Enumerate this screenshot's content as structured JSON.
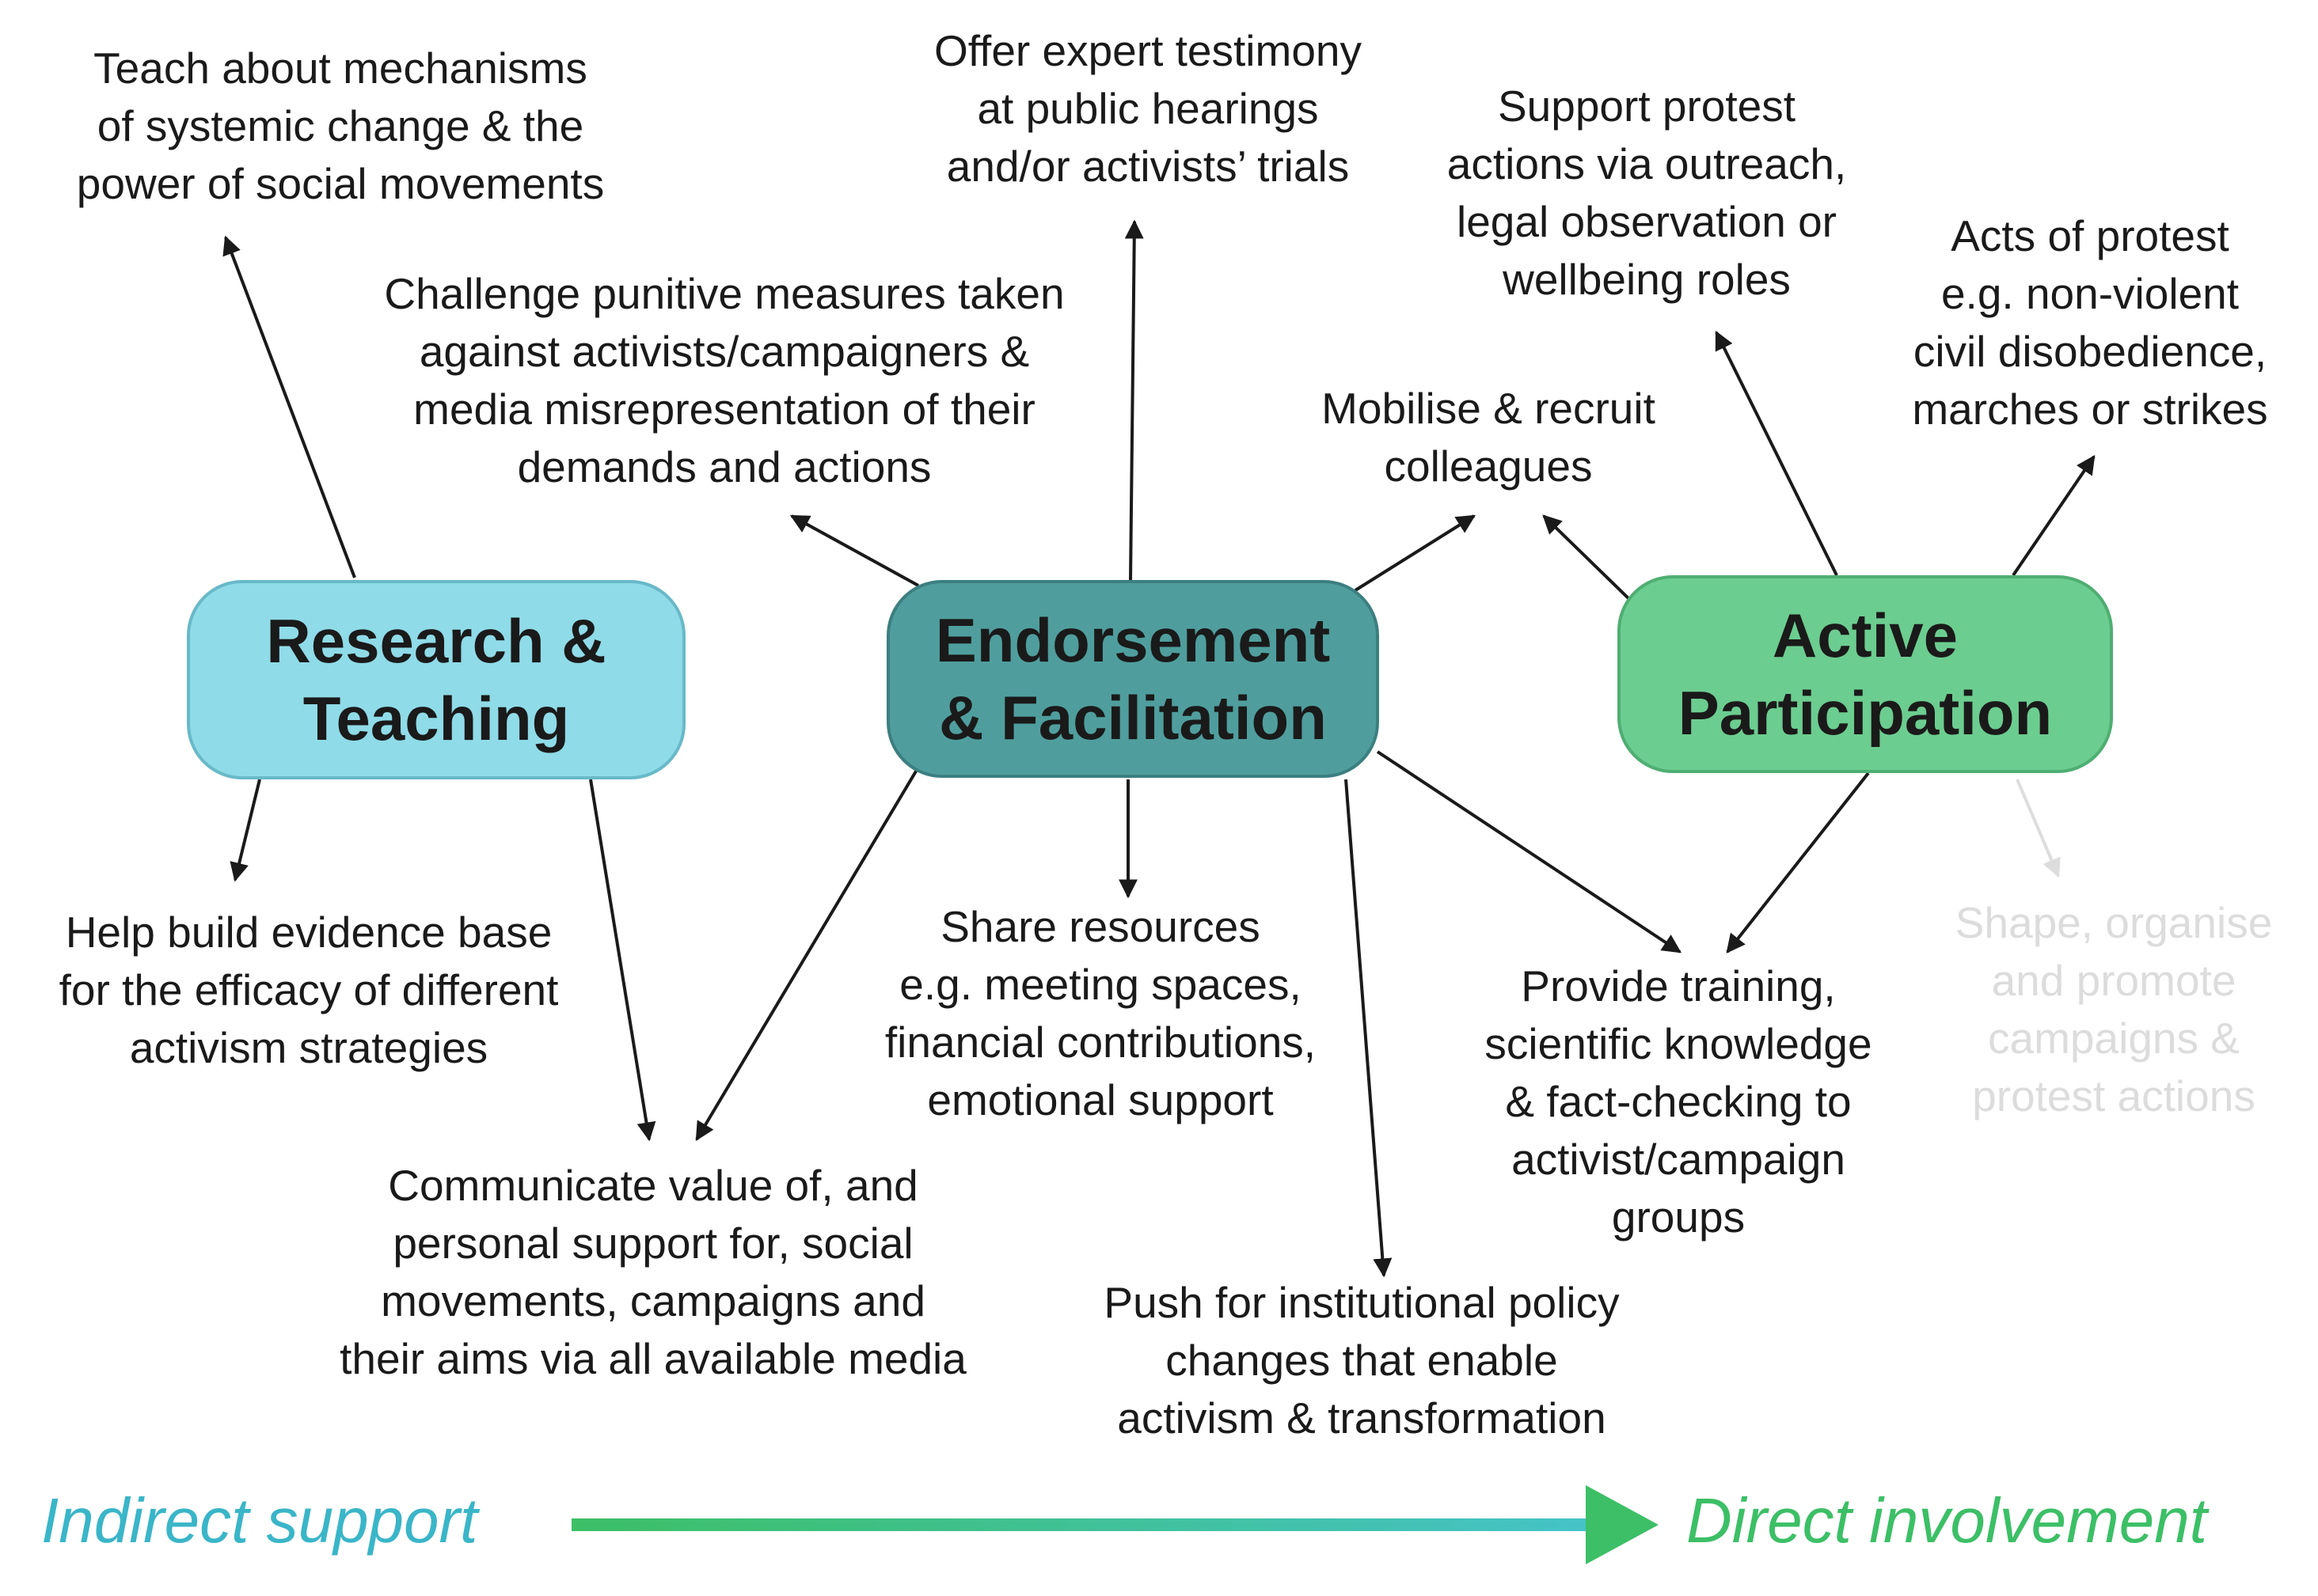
{
  "hubs": {
    "research": "Research &\nTeaching",
    "endorsement": "Endorsement\n& Facilitation",
    "active": "Active\nParticipation"
  },
  "activities": {
    "teach": "Teach about mechanisms\nof systemic change & the\npower of social movements",
    "challenge": "Challenge punitive measures taken\nagainst activists/campaigners &\nmedia misrepresentation of their\ndemands and actions",
    "testimony": "Offer expert testimony\nat public hearings\nand/or activists’ trials",
    "support_protest": "Support protest\nactions via outreach,\nlegal observation or\nwellbeing roles",
    "acts_protest": "Acts of protest\ne.g. non-violent\ncivil disobedience,\nmarches or strikes",
    "mobilise": "Mobilise & recruit\ncolleagues",
    "evidence": "Help build evidence base\nfor the efficacy of different\nactivism strategies",
    "communicate": "Communicate value of, and\npersonal support for, social\nmovements, campaigns and\ntheir aims via all available media",
    "share": "Share resources\ne.g. meeting spaces,\nfinancial contributions,\nemotional support",
    "push": "Push for institutional policy\nchanges that enable\nactivism & transformation",
    "training": "Provide training,\nscientific knowledge\n& fact-checking to\nactivist/campaign\ngroups",
    "shape": "Shape, organise\nand promote\ncampaigns &\nprotest actions"
  },
  "axis": {
    "left_label": "Indirect support",
    "right_label": "Direct involvement"
  },
  "colors": {
    "research_fill": "#8fdbe8",
    "endorsement_fill": "#4f9e9d",
    "active_fill": "#6ccd90",
    "arrow": "#1a1a1a",
    "faded_arrow": "#dddddd",
    "gradient_start": "#3cbf66",
    "gradient_end": "#45c3c8"
  }
}
